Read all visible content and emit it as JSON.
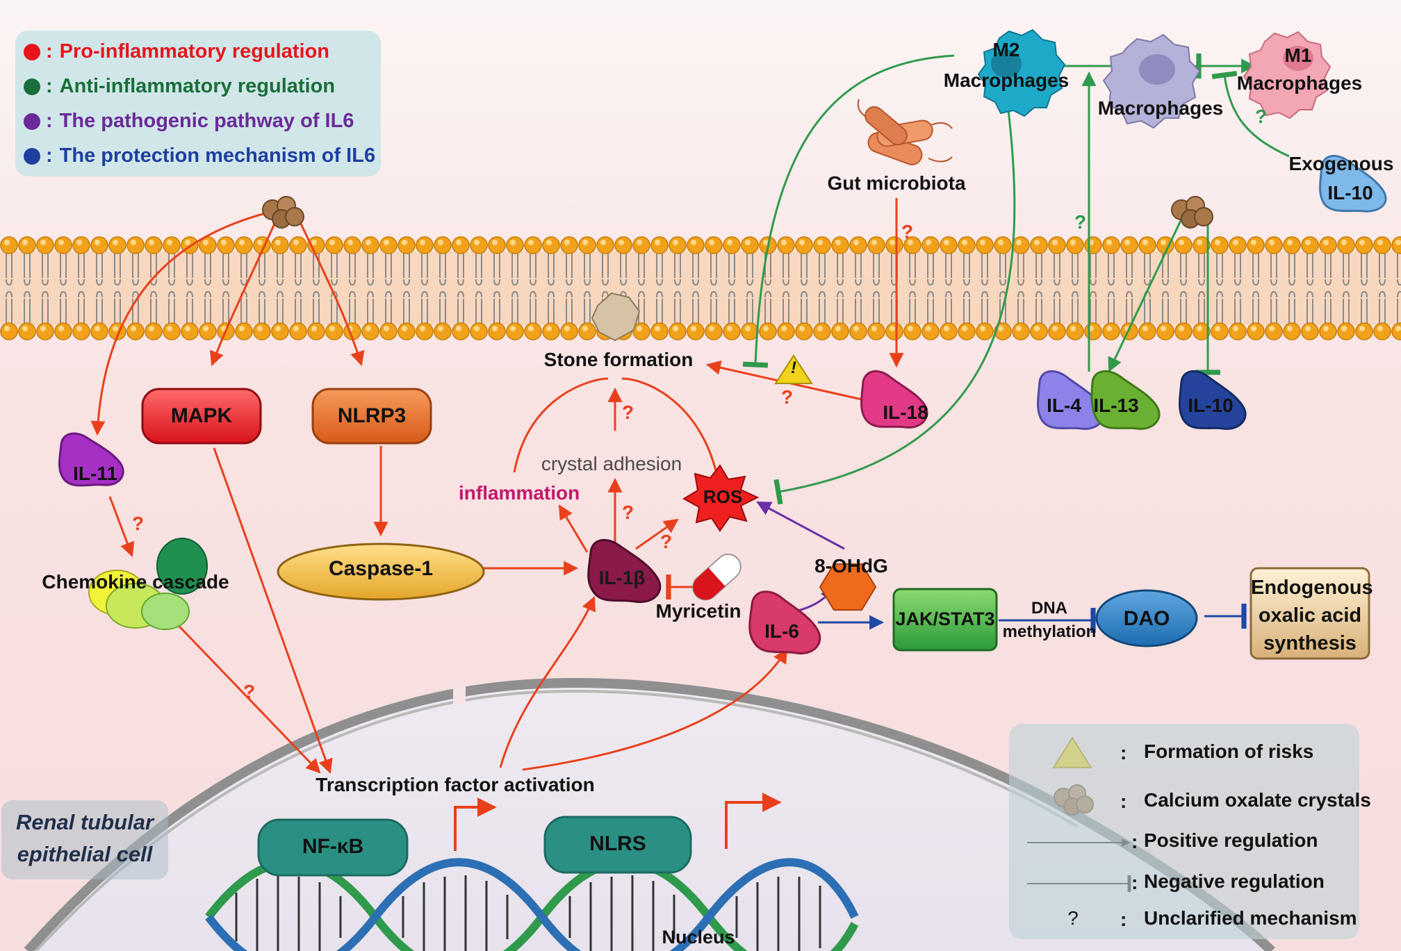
{
  "colors": {
    "pro": "#e8141c",
    "anti": "#1a6e3a",
    "pathogenic": "#6a2a9a",
    "protection": "#1e3fa0",
    "red_arrow": "#e9401c",
    "green_arrow": "#2f9a4c",
    "blue_arrow": "#1e48a6",
    "purple_arrow": "#6a30a8"
  },
  "legend_top": {
    "items": [
      {
        "label": "Pro-inflammatory regulation",
        "color": "#e8141c"
      },
      {
        "label": "Anti-inflammatory regulation",
        "color": "#1a6e3a"
      },
      {
        "label": "The pathogenic pathway of IL6",
        "color": "#6a2a9a"
      },
      {
        "label": "The protection mechanism of IL6",
        "color": "#1e3fa0"
      }
    ]
  },
  "macrophages": {
    "m2_letter": "M2",
    "m2_word": "Macrophages",
    "m0": "Macrophages",
    "m1_letter": "M1",
    "m1_word": "Macrophages",
    "exogenous": "Exogenous",
    "il10_exo": "IL-10"
  },
  "nodes": {
    "gut": "Gut microbiota",
    "mapk": "MAPK",
    "nlrp3": "NLRP3",
    "il11": "IL-11",
    "chemokine": "Chemokine cascade",
    "caspase": "Caspase-1",
    "stone": "Stone formation",
    "il18": "IL-18",
    "il4": "IL-4",
    "il13": "IL-13",
    "il10": "IL-10",
    "crystal_adhesion": "crystal adhesion",
    "inflammation": "inflammation",
    "ros": "ROS",
    "il1b": "IL-1β",
    "myricetin": "Myricetin",
    "ohdg": "8-OHdG",
    "il6": "IL-6",
    "jakstat": "JAK/STAT3",
    "dna_meth_1": "DNA",
    "dna_meth_2": "methylation",
    "dao": "DAO",
    "endo_1": "Endogenous",
    "endo_2": "oxalic acid",
    "endo_3": "synthesis",
    "transcription": "Transcription factor activation",
    "nfkb": "NF-κB",
    "nlrs": "NLRS",
    "nucleus": "Nucleus",
    "cell_1": "Renal tubular",
    "cell_2": "epithelial cell",
    "warning_mark": "!",
    "q": "?"
  },
  "legend_bottom": {
    "sep": ":",
    "risk": "Formation of risks",
    "crystals": "Calcium oxalate crystals",
    "positive": "Positive regulation",
    "negative": "Negative regulation",
    "unclear_symbol": "?",
    "unclear": "Unclarified mechanism"
  }
}
